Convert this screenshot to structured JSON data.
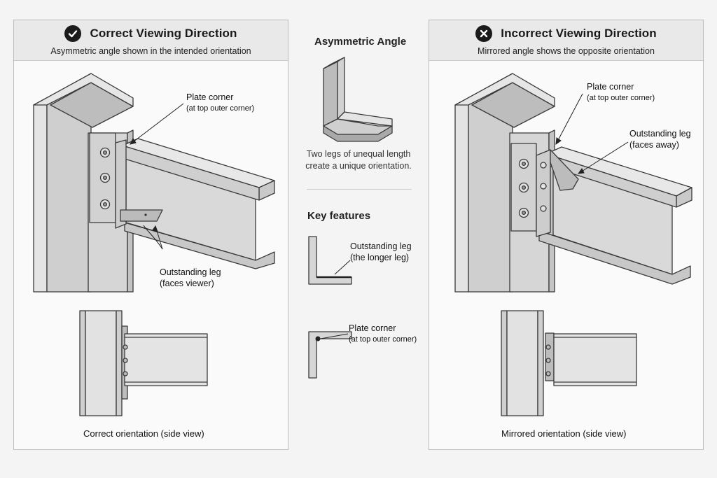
{
  "left_panel": {
    "title": "Correct Viewing Direction",
    "subtitle": "Asymmetric angle shown in the intended orientation",
    "callout_plate": {
      "label": "Plate corner",
      "sublabel": "(at top outer corner)"
    },
    "callout_leg": {
      "label": "Outstanding leg",
      "sublabel": "(faces viewer)"
    },
    "caption": "Correct orientation (side view)"
  },
  "right_panel": {
    "title": "Incorrect Viewing Direction",
    "subtitle": "Mirrored angle shows the opposite orientation",
    "callout_plate": {
      "label": "Plate corner",
      "sublabel": "(at top outer corner)"
    },
    "callout_leg": {
      "label": "Outstanding leg",
      "sublabel": "(faces away)"
    },
    "caption": "Mirrored orientation (side view)"
  },
  "middle": {
    "title": "Asymmetric Angle",
    "description_line1": "Two legs of unequal length",
    "description_line2": "create a unique orientation.",
    "key_features_title": "Key features",
    "feature_leg": {
      "label": "Outstanding leg",
      "sublabel": "(the longer leg)"
    },
    "feature_corner": {
      "label": "Plate corner",
      "sublabel": "(at top outer corner)"
    }
  },
  "icons": {
    "correct": "check-circle-icon",
    "incorrect": "x-circle-icon"
  },
  "colors": {
    "steel": "#d9d9d9",
    "outline": "#3a3a3a",
    "header": "#e9e9e9"
  }
}
